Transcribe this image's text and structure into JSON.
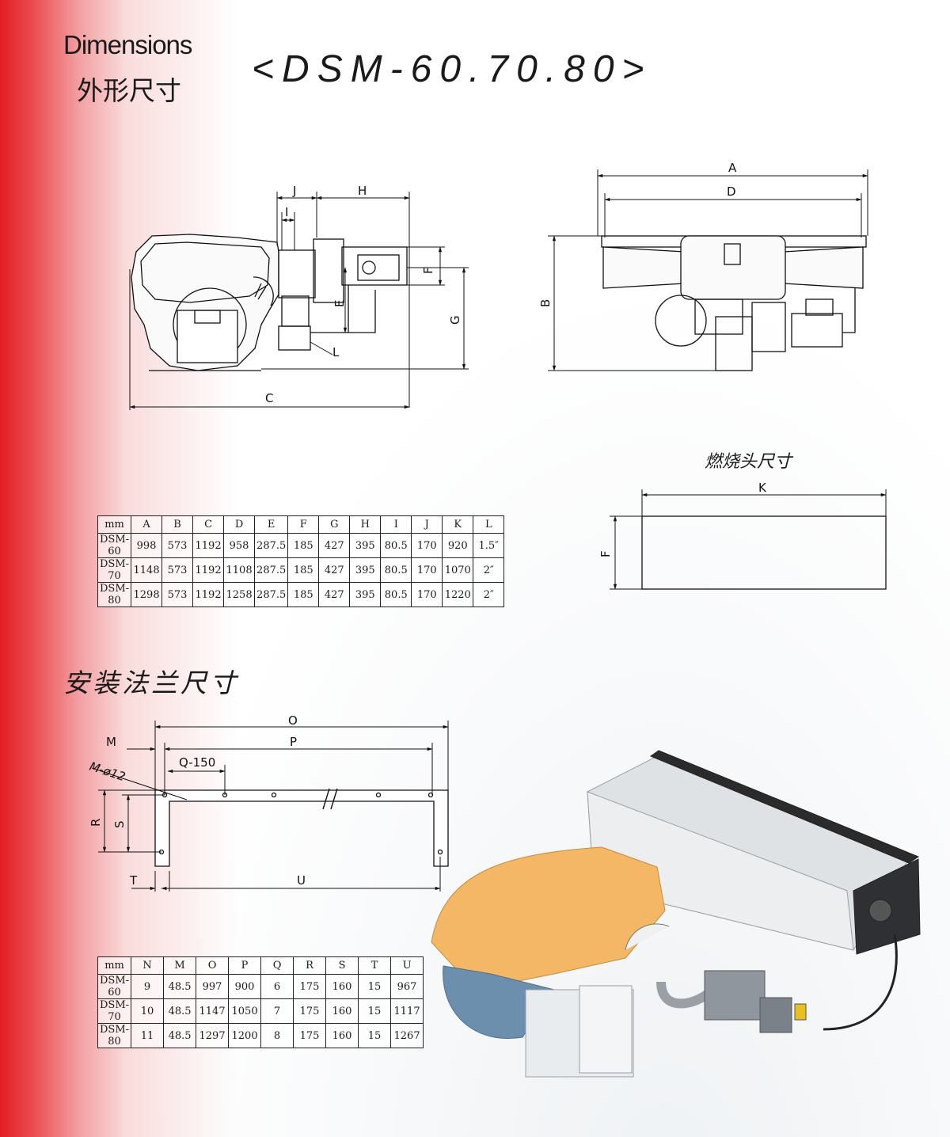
{
  "header": {
    "title_en": "Dimensions",
    "title_cn": "外形尺寸",
    "model": "<DSM-60.70.80>"
  },
  "drawing_labels": {
    "side": [
      "J",
      "H",
      "I",
      "F",
      "E",
      "G",
      "L",
      "C"
    ],
    "front": [
      "A",
      "D",
      "B"
    ],
    "head_title": "燃烧头尺寸",
    "head": [
      "K",
      "F"
    ],
    "flange_title": "安装法兰尺寸",
    "flange": [
      "O",
      "M",
      "P",
      "M-ø12",
      "Q-150",
      "R",
      "S",
      "T",
      "U"
    ]
  },
  "table_main": {
    "headers": [
      "mm",
      "A",
      "B",
      "C",
      "D",
      "E",
      "F",
      "G",
      "H",
      "I",
      "J",
      "K",
      "L"
    ],
    "rows": [
      [
        "DSM-60",
        "998",
        "573",
        "1192",
        "958",
        "287.5",
        "185",
        "427",
        "395",
        "80.5",
        "170",
        "920",
        "1.5″"
      ],
      [
        "DSM-70",
        "1148",
        "573",
        "1192",
        "1108",
        "287.5",
        "185",
        "427",
        "395",
        "80.5",
        "170",
        "1070",
        "2″"
      ],
      [
        "DSM-80",
        "1298",
        "573",
        "1192",
        "1258",
        "287.5",
        "185",
        "427",
        "395",
        "80.5",
        "170",
        "1220",
        "2″"
      ]
    ]
  },
  "table_flange": {
    "headers": [
      "mm",
      "N",
      "M",
      "O",
      "P",
      "Q",
      "R",
      "S",
      "T",
      "U"
    ],
    "rows": [
      [
        "DSM-60",
        "9",
        "48.5",
        "997",
        "900",
        "6",
        "175",
        "160",
        "15",
        "967"
      ],
      [
        "DSM-70",
        "10",
        "48.5",
        "1147",
        "1050",
        "7",
        "175",
        "160",
        "15",
        "1117"
      ],
      [
        "DSM-80",
        "11",
        "48.5",
        "1297",
        "1200",
        "8",
        "175",
        "160",
        "15",
        "1267"
      ]
    ]
  }
}
